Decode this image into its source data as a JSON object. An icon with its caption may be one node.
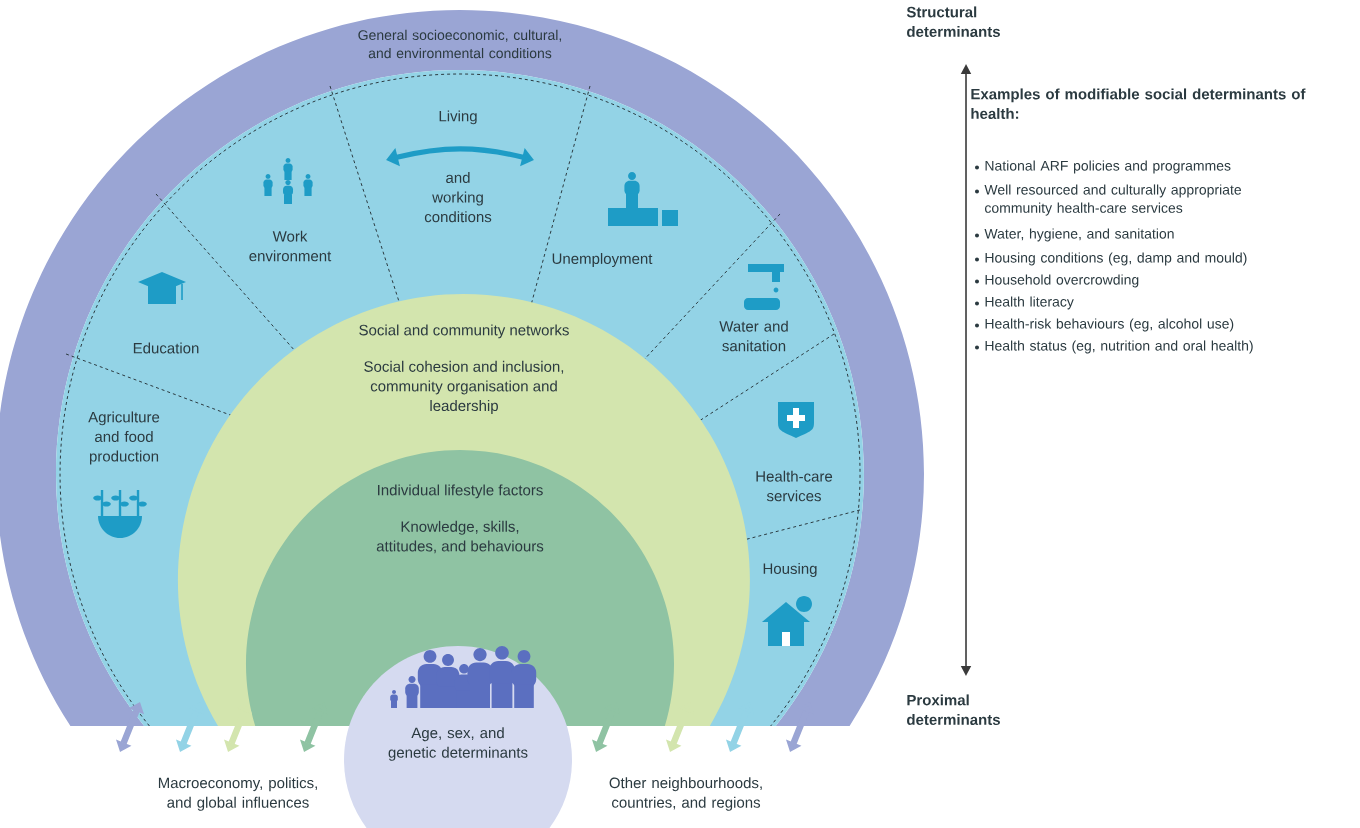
{
  "diagram": {
    "nodes": [
      {
        "text": [
          "General socioeconomic, cultural, and environmental conditions"
        ]
      },
      {
        "text": [
          "Agriculture and food production"
        ],
        "in": 0
      },
      {
        "text": [
          "Education"
        ],
        "in": 0
      },
      {
        "text": [
          "Work environment"
        ],
        "in": 0
      },
      {
        "text": [
          "Living",
          "and working conditions"
        ],
        "in": 0
      },
      {
        "text": [
          "Unemployment"
        ],
        "in": 0
      },
      {
        "text": [
          "Water and sanitation"
        ],
        "in": 0
      },
      {
        "text": [
          "Health-care services"
        ],
        "in": 0
      },
      {
        "text": [
          "Housing"
        ],
        "in": 0
      },
      {
        "text": [
          "Social and community networks",
          "Social cohesion and inclusion, community organisation and leadership"
        ],
        "in": 0
      },
      {
        "text": [
          "Individual lifestyle factors",
          "Knowledge, skills, attitudes, and behaviours"
        ],
        "in": 9
      },
      {
        "text": [
          "Age, sex, and genetic determinants"
        ]
      }
    ],
    "labels": [
      "Structural determinants",
      "Examples of modifiable social determinants of health:",
      "National ARF policies and programmes",
      "Well resourced and culturally appropriate community health-care services",
      "Water, hygiene, and sanitation",
      "Housing conditions (eg, damp and mould)",
      "Household overcrowding",
      "Health literacy",
      "Health-risk behaviours (eg, alcohol use)",
      "Health status (eg, nutrition and oral health)",
      "Proximal determinants",
      "Macroeconomy, politics, and global influences",
      "Other neighbourhoods, countries, and regions"
    ]
  }
}
